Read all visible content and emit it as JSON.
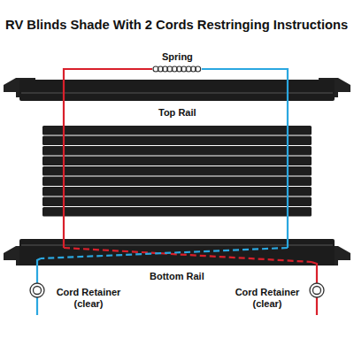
{
  "diagram": {
    "title": "RV Blinds Shade With 2 Cords Restringing Instructions",
    "labels": [
      "Spring",
      "Top Rail",
      "Bottom Rail",
      "Cord Retainer (clear)",
      "Cord Retainer (clear)"
    ]
  }
}
